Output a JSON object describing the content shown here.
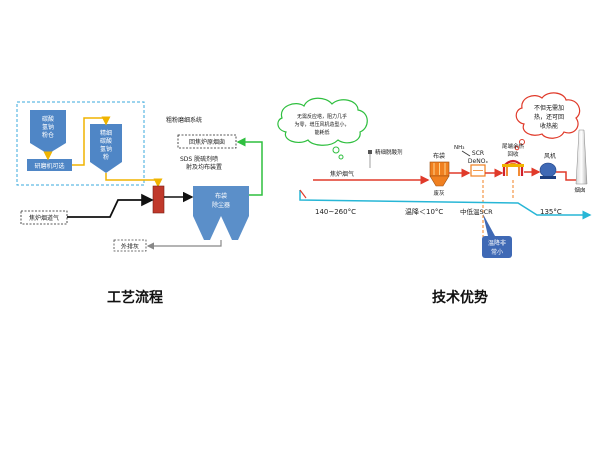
{
  "left_panel": {
    "caption": "工艺流程",
    "silo1": [
      "碳酸",
      "氢钠",
      "粉仓"
    ],
    "silo2": [
      "精细",
      "碳酸",
      "氢钠",
      "粉"
    ],
    "mill_label": "研磨机可选",
    "grind_system_label": "粗粉磨细系统",
    "return_label": "回焦炉原烟囱",
    "sds_label": [
      "SDS 脱硫剂喷",
      "射及均布装置"
    ],
    "dust_collector_label": [
      "布袋",
      "除尘器"
    ],
    "flue_gas_label": "焦炉烟道气",
    "ash_label": "外排灰"
  },
  "right_panel": {
    "caption": "技术优势",
    "cloud1_text": [
      "无需反应塔，阻力几乎",
      "为零，增压风机造型小，",
      "能耗低"
    ],
    "cloud2_text": [
      "不但无需加",
      "热，还可回",
      "收热能"
    ],
    "desulfurizer_label": "精细脱酸剂",
    "nh3_label": "NH₃",
    "bag_label": "布袋",
    "scr_label": [
      "SCR",
      "DeNOₓ"
    ],
    "waste_heat_label": [
      "尾端余热",
      "回收"
    ],
    "fan_label": "风机",
    "chimney_label": "烟囱",
    "coke_gas_label": "焦炉烟气",
    "ash_label": "废灰",
    "temp_in": "140~260°C",
    "temp_drop": "温降＜10°C",
    "scr_mid": "中低温SCR",
    "temp_out": "135°C",
    "callout_text": [
      "温降非",
      "常小"
    ]
  },
  "colors": {
    "dashed_border": "#3aa8dc",
    "silo_fill": "#4f86c6",
    "collector_fill": "#5b8fc9",
    "yellow_line": "#f0b400",
    "green_line": "#2fbf3f",
    "red_box": "#c0392b",
    "orange_dash": "#f08020",
    "cyan_line": "#27b6d6",
    "red_line": "#e03a2a",
    "callout_fill": "#3f69b5"
  }
}
